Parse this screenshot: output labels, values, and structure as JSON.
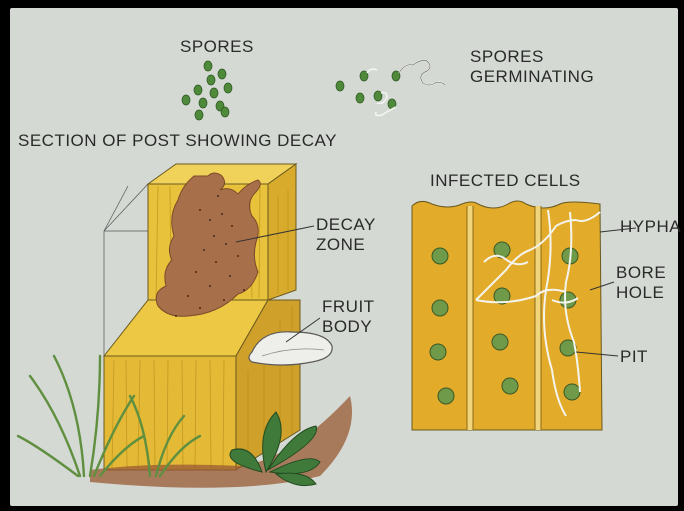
{
  "labels": {
    "spores": "SPORES",
    "spores_germinating_1": "SPORES",
    "spores_germinating_2": "GERMINATING",
    "section_title": "SECTION OF POST SHOWING DECAY",
    "infected_cells": "INFECTED CELLS",
    "decay_zone_1": "DECAY",
    "decay_zone_2": "ZONE",
    "fruit_body_1": "FRUIT",
    "fruit_body_2": "BODY",
    "hypha": "HYPHA",
    "bore_hole_1": "BORE",
    "bore_hole_2": "HOLE",
    "pit": "PIT"
  },
  "colors": {
    "wood": "#e8c23a",
    "wood_dark": "#b58a1a",
    "decay": "#a8704a",
    "spore": "#4f8a3a",
    "grass": "#5f8f3f",
    "leaf": "#3f7a3a",
    "slide_bg": "#d4d9d3"
  }
}
